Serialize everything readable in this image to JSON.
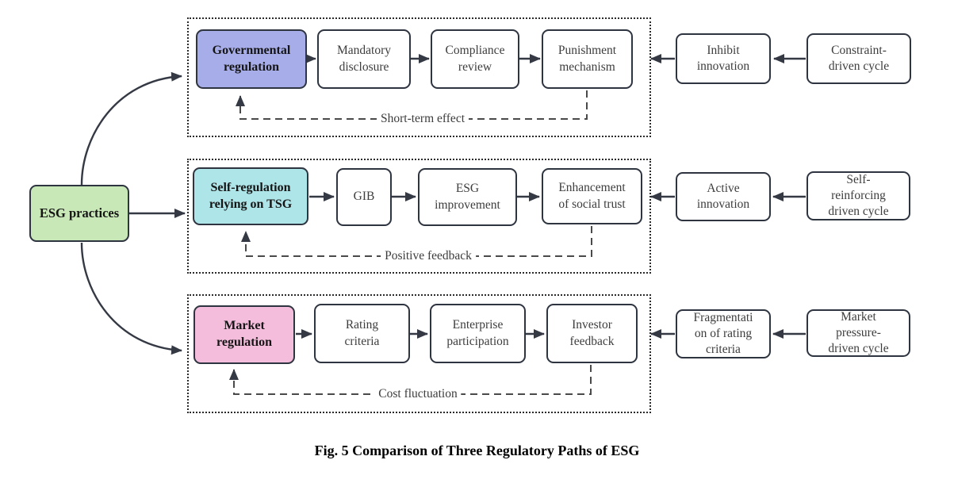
{
  "figure": {
    "caption": "Fig. 5 Comparison of Three Regulatory Paths of ESG"
  },
  "colors": {
    "root": "#c8e9b7",
    "governmental": "#a7ade9",
    "self_regulation": "#aee5e9",
    "market": "#f3bddb",
    "box_border": "#2e3440",
    "arrow": "#343944",
    "dashed_feedback": "#4a4a4a"
  },
  "root": {
    "label": "ESG practices"
  },
  "rows": [
    {
      "head": {
        "label": "Governmental\nregulation"
      },
      "steps": [
        {
          "label": "Mandatory\ndisclosure"
        },
        {
          "label": "Compliance\nreview"
        },
        {
          "label": "Punishment\nmechanism"
        }
      ],
      "feedback": {
        "label": "Short-term effect"
      },
      "outcome": {
        "label": "Inhibit\ninnovation"
      },
      "cycle": {
        "label": "Constraint-\ndriven cycle"
      }
    },
    {
      "head": {
        "label": "Self-regulation\nrelying on TSG"
      },
      "steps": [
        {
          "label": "GIB"
        },
        {
          "label": "ESG\nimprovement"
        },
        {
          "label": "Enhancement\nof social trust"
        }
      ],
      "feedback": {
        "label": "Positive feedback"
      },
      "outcome": {
        "label": "Active\ninnovation"
      },
      "cycle": {
        "label": "Self-\nreinforcing\ndriven cycle"
      }
    },
    {
      "head": {
        "label": "Market\nregulation"
      },
      "steps": [
        {
          "label": "Rating\ncriteria"
        },
        {
          "label": "Enterprise\nparticipation"
        },
        {
          "label": "Investor\nfeedback"
        }
      ],
      "feedback": {
        "label": "Cost fluctuation"
      },
      "outcome": {
        "label": "Fragmentati\non of rating\ncriteria"
      },
      "cycle": {
        "label": "Market\npressure-\ndriven cycle"
      }
    }
  ]
}
